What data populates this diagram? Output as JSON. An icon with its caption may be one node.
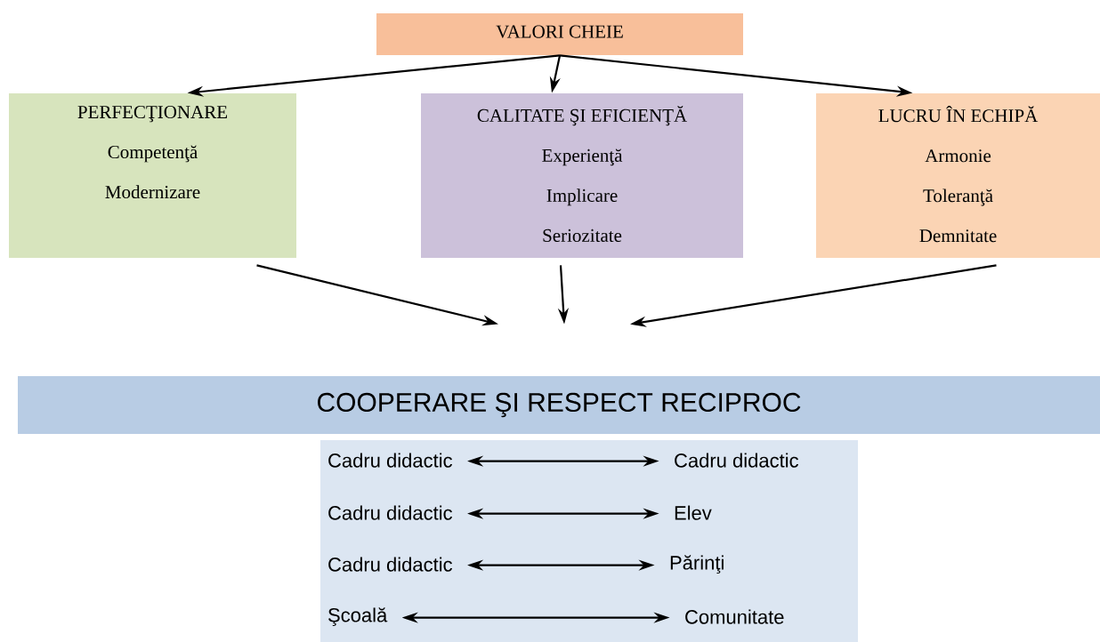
{
  "diagram": {
    "nodes": [
      {
        "text": [
          "VALORI CHEIE"
        ]
      },
      {
        "text": [
          "PERFECŢIONARE",
          "Competenţă",
          "Modernizare"
        ]
      },
      {
        "text": [
          "CALITATE ŞI EFICIENŢĂ",
          "Experienţă",
          "Implicare",
          "Seriozitate"
        ]
      },
      {
        "text": [
          "LUCRU ÎN ECHIPĂ",
          "Armonie",
          "Toleranţă",
          "Demnitate"
        ]
      },
      {
        "text": [
          "COOPERARE ŞI RESPECT RECIPROC"
        ]
      },
      {
        "text": [],
        "shape": "box"
      },
      {
        "text": [
          "Cadru didactic"
        ],
        "in": 5
      },
      {
        "text": [
          "Cadru didactic"
        ],
        "in": 5
      },
      {
        "text": [
          "Cadru didactic"
        ],
        "in": 5
      },
      {
        "text": [
          "Elev"
        ],
        "in": 5
      },
      {
        "text": [
          "Cadru didactic"
        ],
        "in": 5
      },
      {
        "text": [
          "Părinţi"
        ],
        "in": 5
      },
      {
        "text": [
          "Şcoală"
        ],
        "in": 5
      },
      {
        "text": [
          "Comunitate"
        ],
        "in": 5
      }
    ],
    "edges": [
      {
        "from": 0,
        "to": 1,
        "arrow": "to"
      },
      {
        "from": 0,
        "to": 2,
        "arrow": "to"
      },
      {
        "from": 0,
        "to": 3,
        "arrow": "to"
      },
      {
        "from": 1,
        "to": 4,
        "arrow": "to"
      },
      {
        "from": 2,
        "to": 4,
        "arrow": "to"
      },
      {
        "from": 3,
        "to": 4,
        "arrow": "to"
      },
      {
        "from": 6,
        "to": 7,
        "arrow": "both"
      },
      {
        "from": 8,
        "to": 9,
        "arrow": "both"
      },
      {
        "from": 10,
        "to": 11,
        "arrow": "both"
      },
      {
        "from": 12,
        "to": 13,
        "arrow": "both"
      }
    ]
  }
}
